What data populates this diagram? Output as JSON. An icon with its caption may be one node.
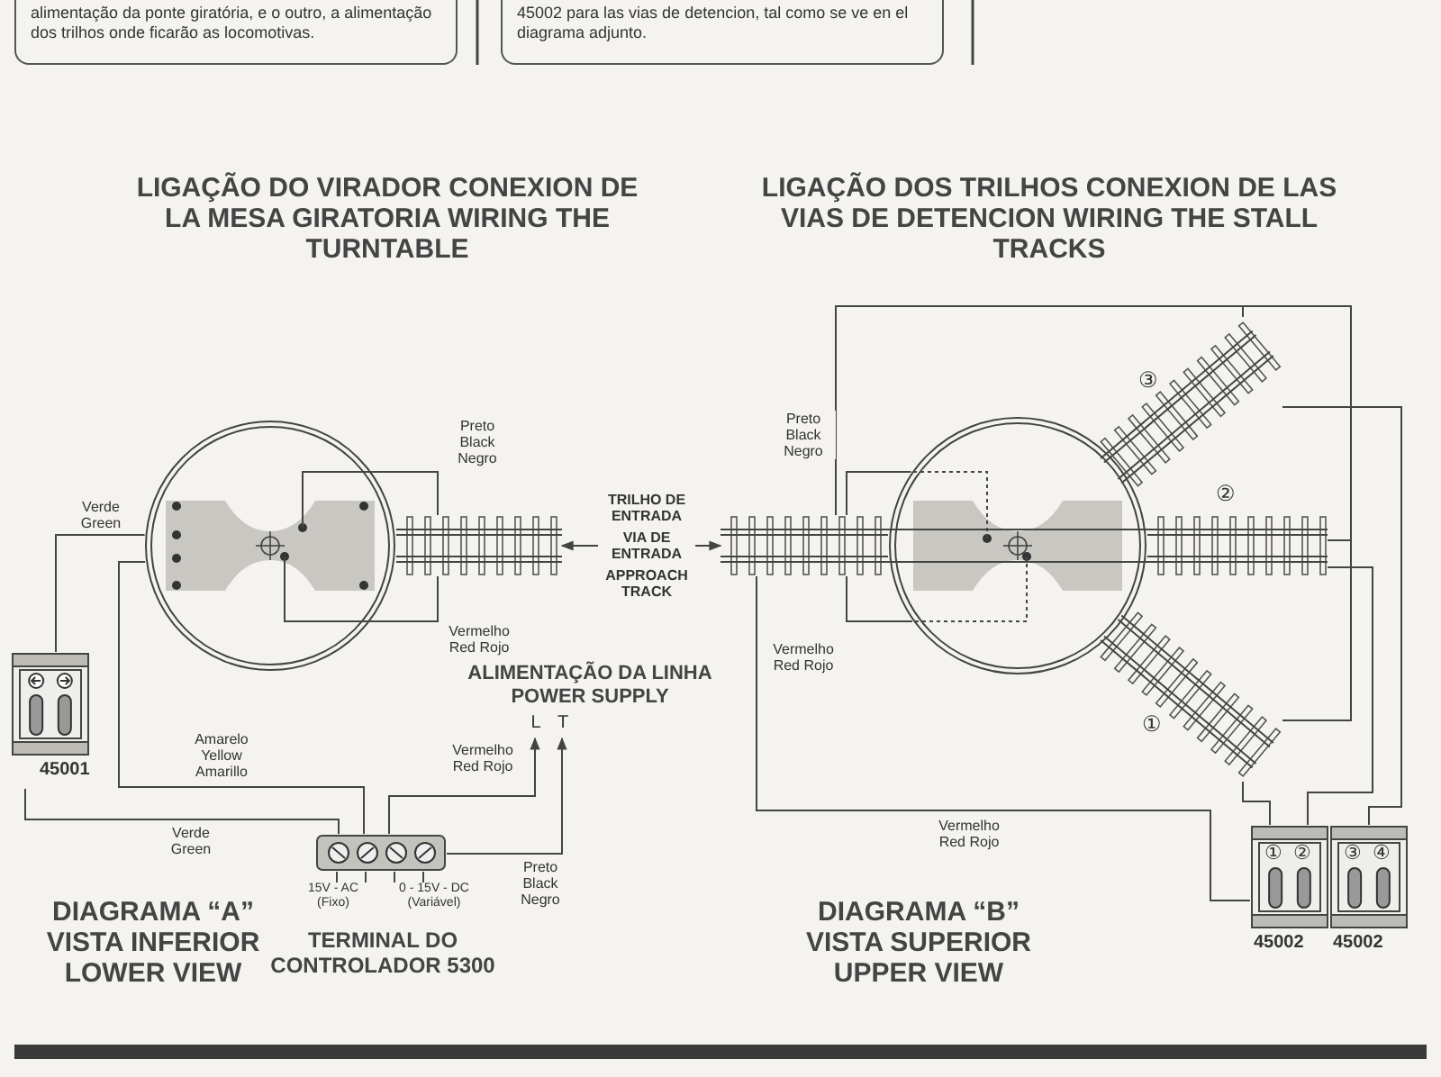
{
  "diagram": {
    "nodes": [
      {
        "text": [],
        "shape": "circle"
      },
      {
        "text": [],
        "shape": "picture"
      },
      {
        "text": [
          "45001"
        ]
      },
      {
        "text": [],
        "shape": "bar"
      },
      {
        "text": [
          "L"
        ]
      },
      {
        "text": [
          "T"
        ]
      },
      {
        "text": [
          "TRILHO DE ENTRADA",
          "VIA DE ENTRADA",
          "APPROACH TRACK"
        ]
      },
      {
        "text": [],
        "shape": "picture"
      },
      {
        "text": [],
        "shape": "circle"
      },
      {
        "text": [
          "③"
        ]
      },
      {
        "text": [
          "②"
        ]
      },
      {
        "text": [
          "①"
        ]
      },
      {
        "text": [
          "①",
          "②",
          "45002"
        ]
      },
      {
        "text": [
          "③",
          "④",
          "45002"
        ]
      },
      {
        "text": [
          "15V - AC (Fixo)"
        ]
      },
      {
        "text": [
          "0 - 15V - DC (Variável)"
        ]
      }
    ],
    "edges": [
      {
        "from": 1,
        "to": 0,
        "arrow": "none",
        "label": "Preto Black Negro"
      },
      {
        "from": 1,
        "to": 0,
        "arrow": "none",
        "label": "Vermelho Red Rojo"
      },
      {
        "from": 0,
        "to": 2,
        "arrow": "none",
        "label": "Verde Green"
      },
      {
        "from": 0,
        "to": 3,
        "arrow": "none",
        "label": "Amarelo Yellow Amarillo"
      },
      {
        "from": 2,
        "to": 3,
        "arrow": "none",
        "label": "Verde Green"
      },
      {
        "from": 3,
        "to": 4,
        "arrow": "to",
        "label": "Vermelho Red Rojo"
      },
      {
        "from": 3,
        "to": 5,
        "arrow": "to",
        "label": "Preto Black Negro"
      },
      {
        "from": 6,
        "to": 1,
        "arrow": "to"
      },
      {
        "from": 6,
        "to": 7,
        "arrow": "to"
      },
      {
        "from": 7,
        "to": 8,
        "arrow": "none",
        "label": "Preto Black Negro"
      },
      {
        "from": 7,
        "to": 8,
        "arrow": "none",
        "label": "Vermelho Red Rojo"
      },
      {
        "from": 7,
        "to": 12,
        "arrow": "none",
        "label": "Vermelho Red Rojo"
      },
      {
        "from": 7,
        "to": 9,
        "arrow": "none"
      },
      {
        "from": 7,
        "to": 10,
        "arrow": "none"
      },
      {
        "from": 7,
        "to": 11,
        "arrow": "none"
      },
      {
        "from": 11,
        "to": 12,
        "arrow": "none"
      },
      {
        "from": 10,
        "to": 12,
        "arrow": "none"
      },
      {
        "from": 9,
        "to": 13,
        "arrow": "none"
      },
      {
        "from": 14,
        "to": 3,
        "arrow": "none"
      },
      {
        "from": 14,
        "to": 3,
        "arrow": "none"
      },
      {
        "from": 15,
        "to": 3,
        "arrow": "none"
      },
      {
        "from": 15,
        "to": 3,
        "arrow": "none"
      }
    ],
    "labels": [
      "alimentação da ponte giratória, e o outro, a alimentação dos trilhos onde ficarão as locomotivas.",
      "45002 para las vias de detencion, tal como se ve en el diagrama adjunto.",
      "LIGAÇÃO DO VIRADOR CONEXION DE LA MESA GIRATORIA WIRING THE TURNTABLE",
      "LIGAÇÃO DOS TRILHOS CONEXION DE LAS VIAS DE DETENCION WIRING THE STALL TRACKS",
      "ALIMENTAÇÃO DA LINHA POWER SUPPLY",
      "TERMINAL DO CONTROLADOR 5300",
      "DIAGRAMA “A” VISTA INFERIOR LOWER VIEW",
      "DIAGRAMA “B” VISTA SUPERIOR UPPER VIEW"
    ]
  }
}
